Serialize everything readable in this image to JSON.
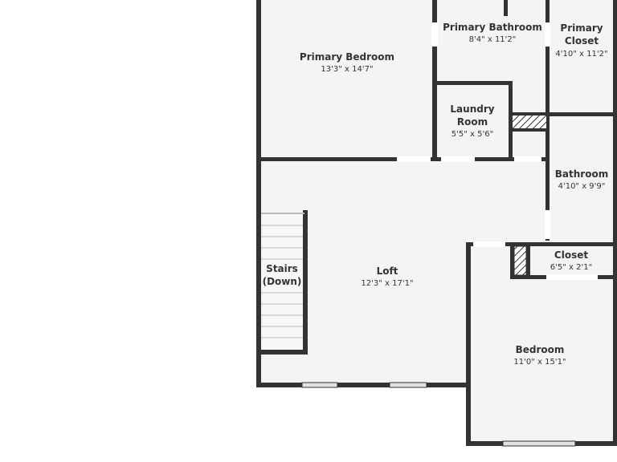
{
  "colors": {
    "floor": "#f4f4f4",
    "wall": "#333333",
    "text": "#333333",
    "background": "#ffffff",
    "opening": "#ffffff",
    "window": "#e2e2e2"
  },
  "rooms": {
    "primary_bedroom": {
      "name": "Primary Bedroom",
      "dims": "13'3\" x 14'7\""
    },
    "primary_bathroom": {
      "name": "Primary Bathroom",
      "dims": "8'4\" x 11'2\""
    },
    "primary_closet": {
      "name_line1": "Primary",
      "name_line2": "Closet",
      "dims": "4'10\" x 11'2\""
    },
    "laundry_room": {
      "name_line1": "Laundry",
      "name_line2": "Room",
      "dims": "5'5\" x 5'6\""
    },
    "bathroom": {
      "name": "Bathroom",
      "dims": "4'10\" x 9'9\""
    },
    "closet": {
      "name": "Closet",
      "dims": "6'5\" x 2'1\""
    },
    "stairs": {
      "name_line1": "Stairs",
      "name_line2": "(Down)"
    },
    "loft": {
      "name": "Loft",
      "dims": "12'3\" x 17'1\""
    },
    "bedroom": {
      "name": "Bedroom",
      "dims": "11'0\" x 15'1\""
    }
  }
}
